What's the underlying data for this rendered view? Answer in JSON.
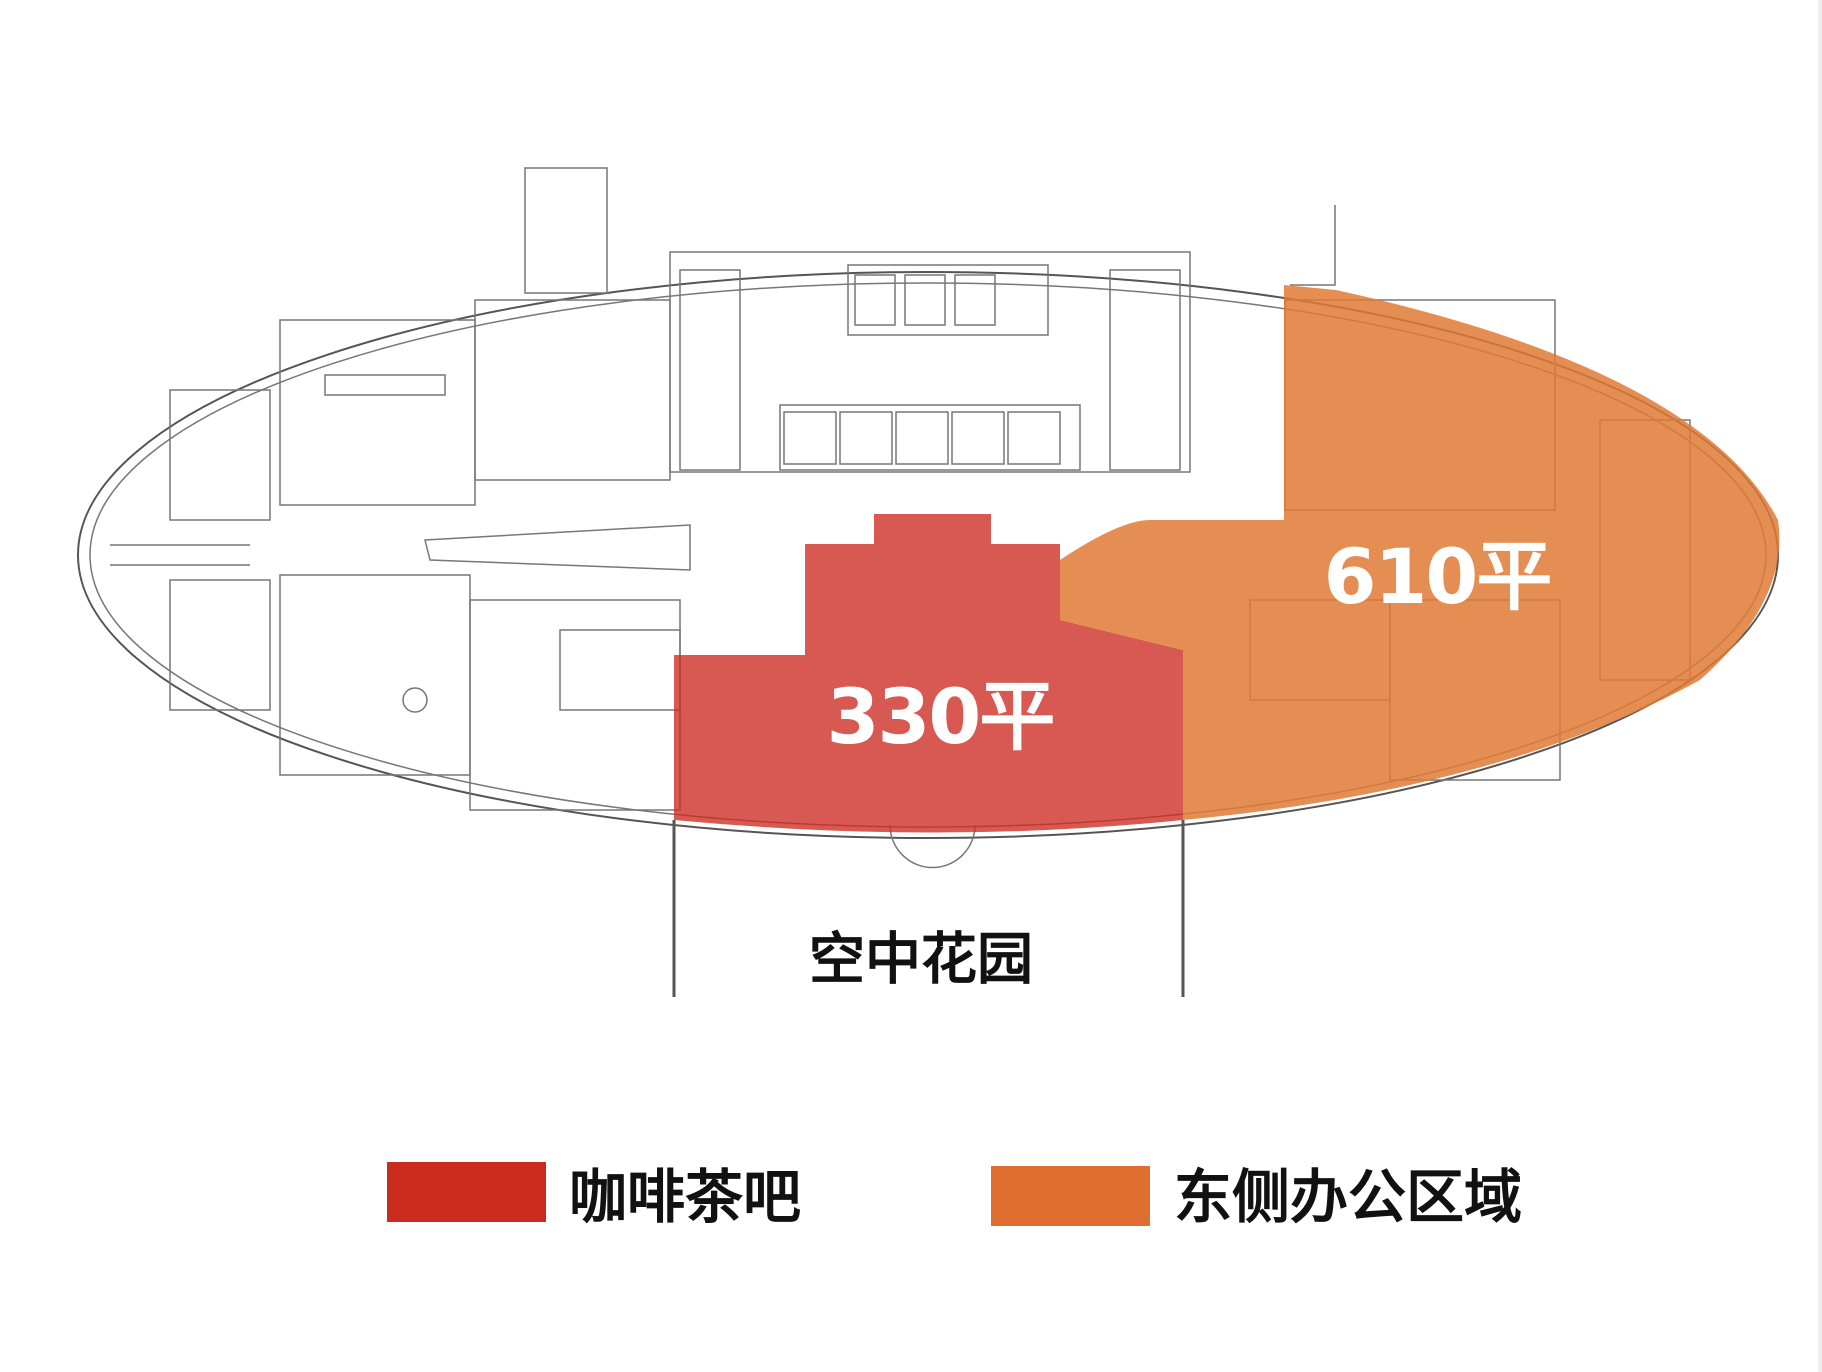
{
  "plan": {
    "zones": [
      {
        "id": "cafe",
        "area_label": "330平",
        "color": "#cc2a20"
      },
      {
        "id": "east-office",
        "area_label": "610平",
        "color": "#e07a35"
      }
    ],
    "garden_label": "空中花园"
  },
  "legend": [
    {
      "label": "咖啡茶吧",
      "color": "#c92b1f"
    },
    {
      "label": "东侧办公区域",
      "color": "#df6e30"
    }
  ]
}
